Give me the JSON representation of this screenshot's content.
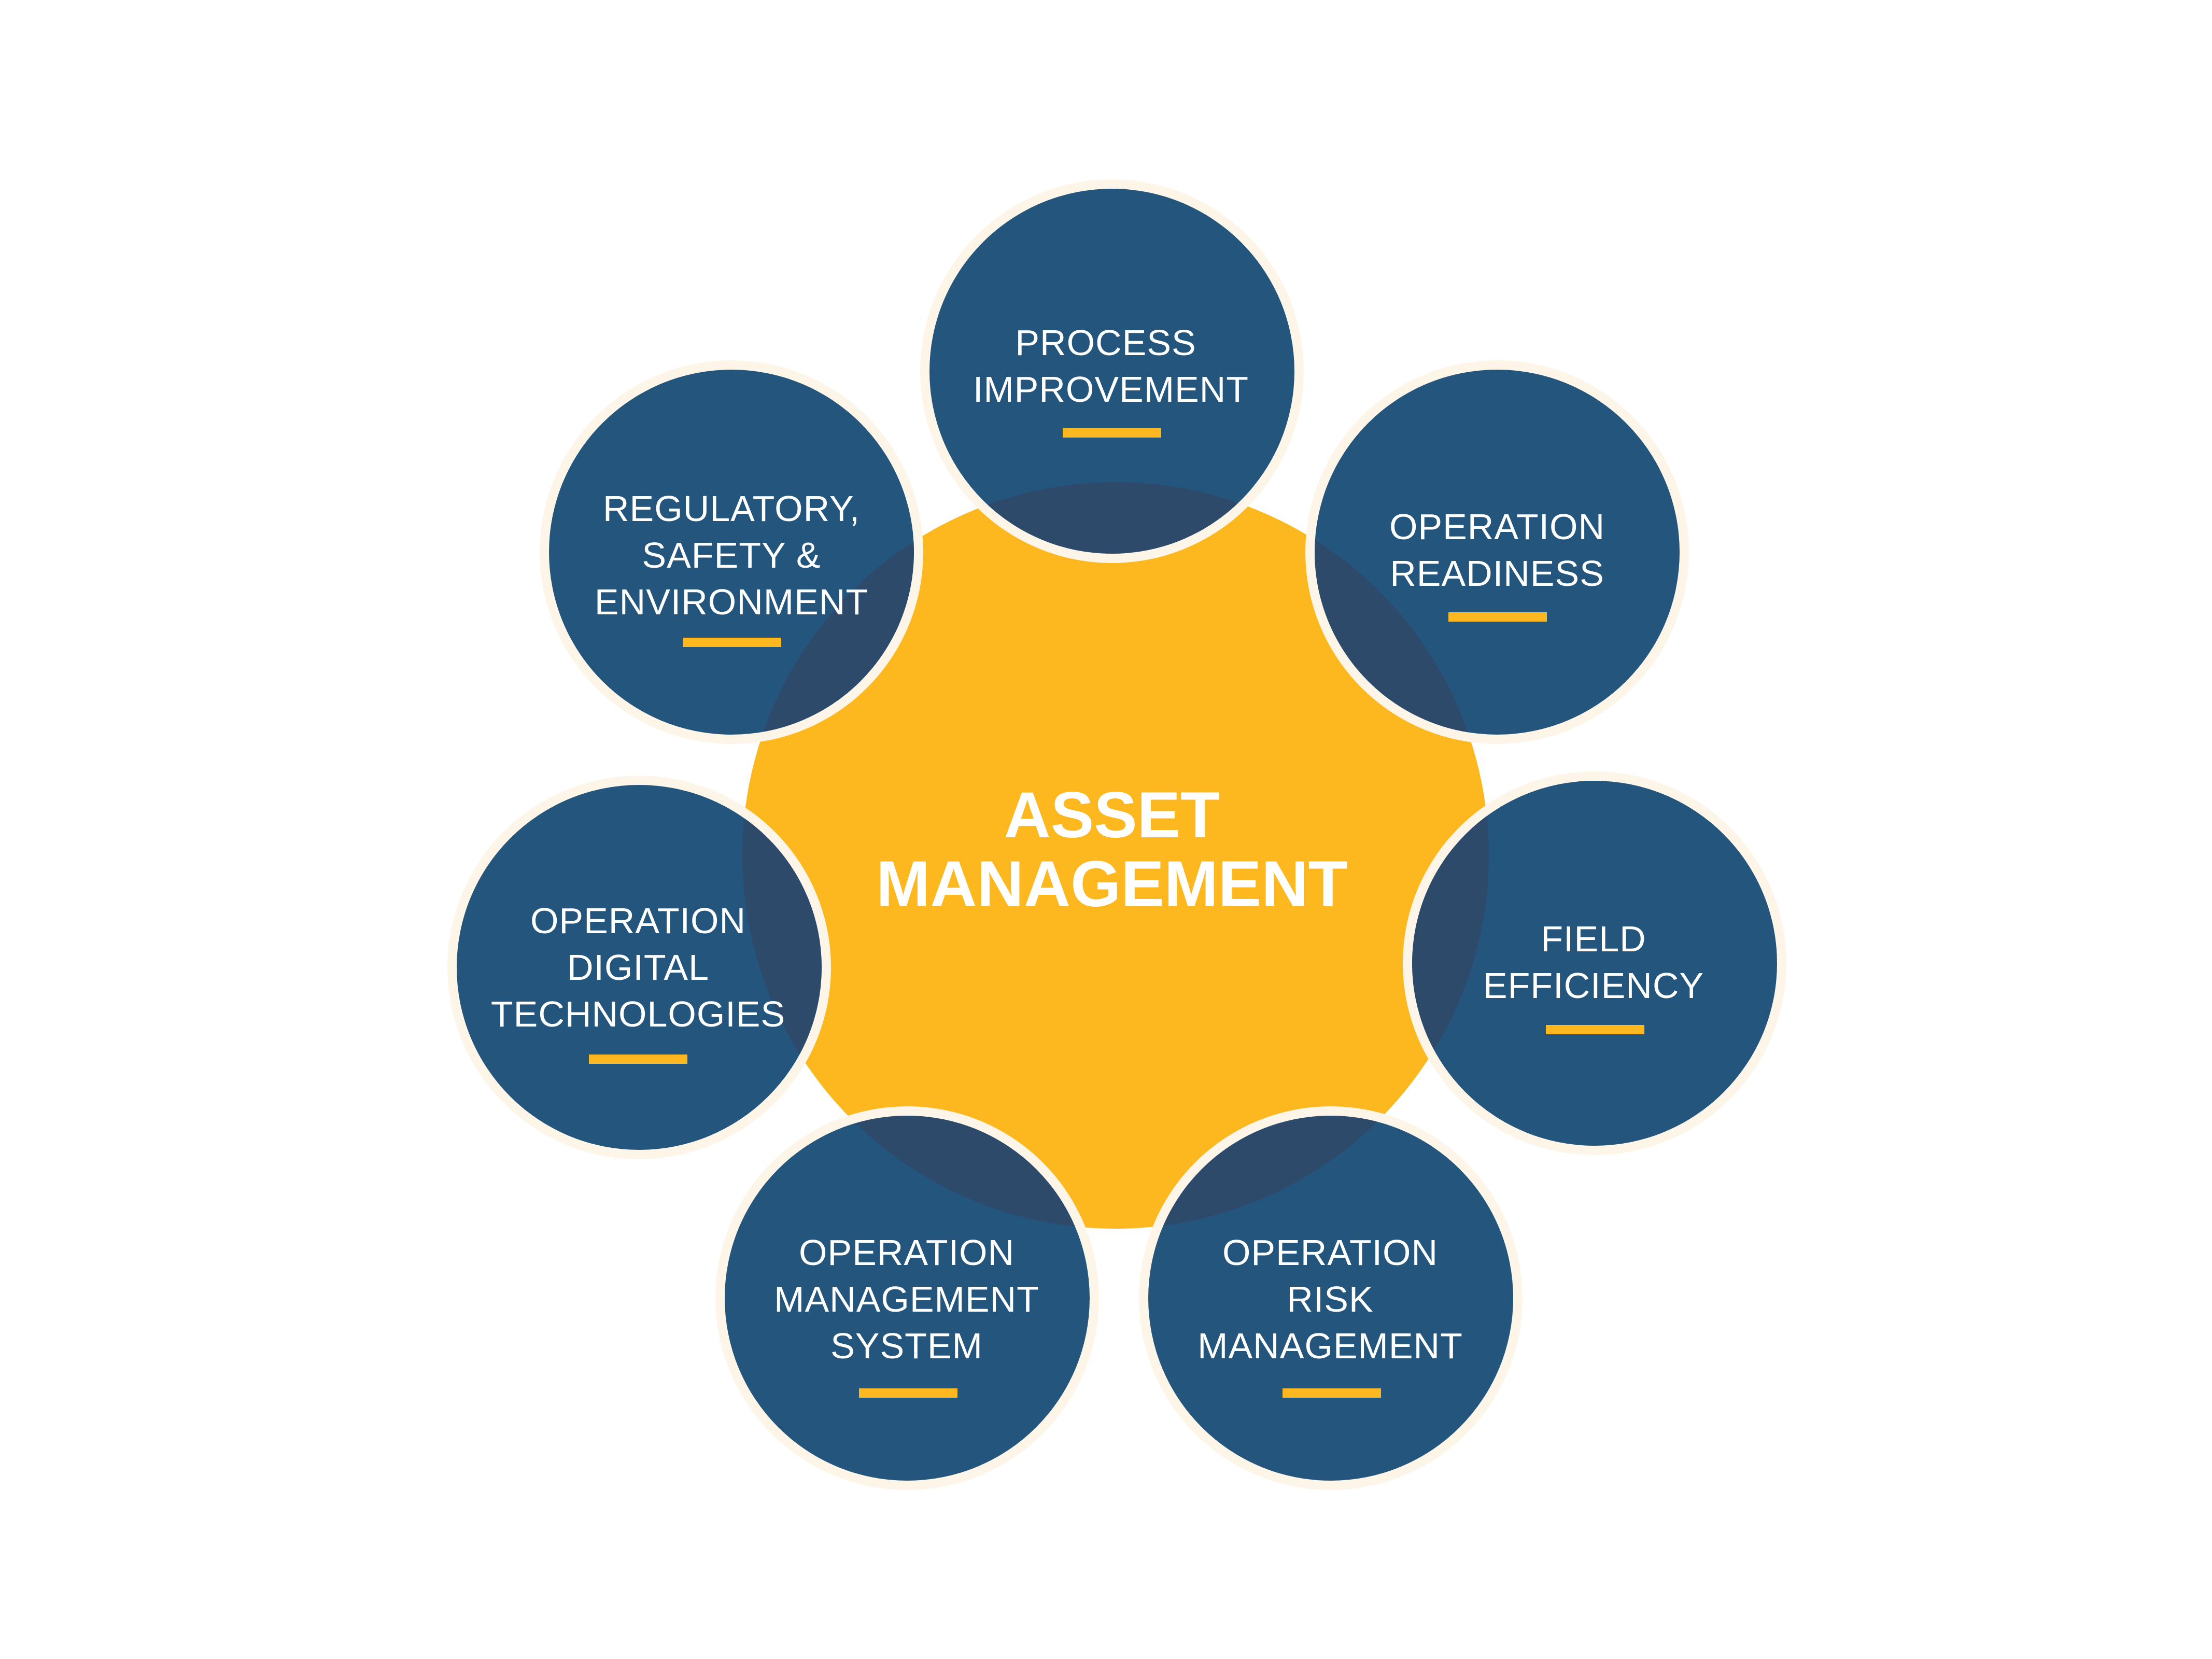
{
  "colors": {
    "background": "#ffffff",
    "center_fill": "#fdb71f",
    "circle_fill": "#24557d",
    "overlap_fill": "#2d4a6b",
    "ring": "#fdf6e8",
    "accent_bar": "#fdb71f",
    "text": "#ffffff"
  },
  "center": {
    "line1": "ASSET",
    "line2": "MANAGEMENT"
  },
  "nodes": [
    {
      "id": "process-improvement",
      "lines": [
        "PROCESS",
        "IMPROVEMENT"
      ]
    },
    {
      "id": "operation-readiness",
      "lines": [
        "OPERATION",
        "READINESS"
      ]
    },
    {
      "id": "field-efficiency",
      "lines": [
        "FIELD",
        "EFFICIENCY"
      ]
    },
    {
      "id": "operation-risk-management",
      "lines": [
        "OPERATION",
        "RISK",
        "MANAGEMENT"
      ]
    },
    {
      "id": "operation-management-system",
      "lines": [
        "OPERATION",
        "MANAGEMENT",
        "SYSTEM"
      ]
    },
    {
      "id": "operation-digital-technologies",
      "lines": [
        "OPERATION",
        "DIGITAL",
        "TECHNOLOGIES"
      ]
    },
    {
      "id": "regulatory-safety-environment",
      "lines": [
        "REGULATORY,",
        "SAFETY &",
        "ENVIRONMENT"
      ]
    }
  ]
}
